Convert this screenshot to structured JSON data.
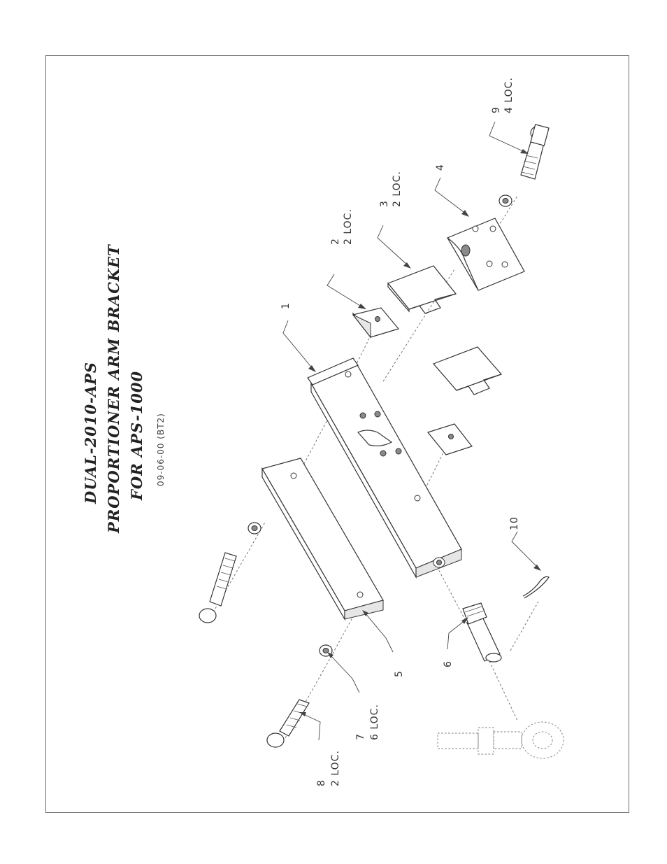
{
  "title": {
    "line1": "DUAL-2010-APS",
    "line2": "PROPORTIONER ARM BRACKET",
    "line3": "FOR APS-1000",
    "date": "09-06-00 (BT2)"
  },
  "callouts": {
    "p1": {
      "num": "1",
      "qty": ""
    },
    "p2": {
      "num": "2",
      "qty": "2 LOC."
    },
    "p3": {
      "num": "3",
      "qty": "2 LOC."
    },
    "p4": {
      "num": "4",
      "qty": ""
    },
    "p5": {
      "num": "5",
      "qty": ""
    },
    "p6": {
      "num": "6",
      "qty": ""
    },
    "p7": {
      "num": "7",
      "qty": "6 LOC."
    },
    "p8": {
      "num": "8",
      "qty": "2 LOC."
    },
    "p9": {
      "num": "9",
      "qty": "4 LOC."
    },
    "p10": {
      "num": "10",
      "qty": ""
    }
  }
}
